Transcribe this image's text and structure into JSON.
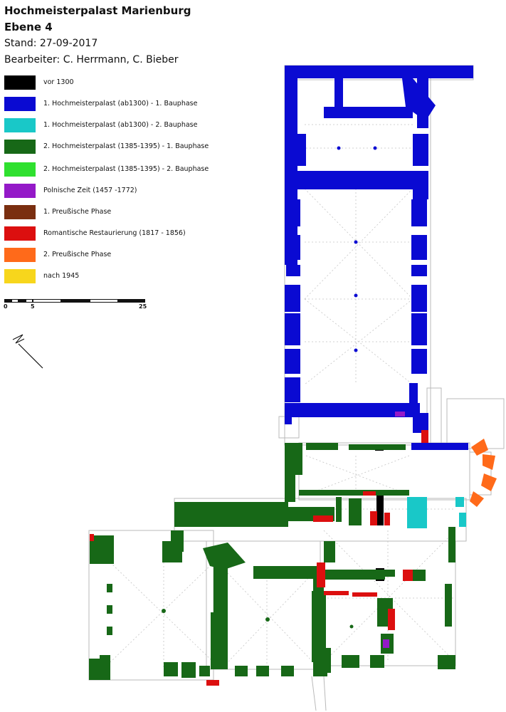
{
  "header": {
    "title_line1": "Hochmeisterpalast Marienburg",
    "title_line2": "Ebene 4",
    "stand": "Stand: 27-09-2017",
    "bearbeiter": "Bearbeiter: C. Herrmann, C. Bieber"
  },
  "legend": [
    {
      "label": "vor 1300",
      "color": "#000000"
    },
    {
      "label": "1. Hochmeisterpalast (ab1300) - 1. Bauphase",
      "color": "#0a0ad2"
    },
    {
      "label": "1. Hochmeisterpalast (ab1300) - 2. Bauphase",
      "color": "#19c8c8"
    },
    {
      "label": "2. Hochmeisterpalast (1385-1395) - 1. Bauphase",
      "color": "#176817"
    },
    {
      "label": "2. Hochmeisterpalast (1385-1395) - 2. Bauphase",
      "color": "#2fe02f"
    },
    {
      "label": "Polnische Zeit (1457 -1772)",
      "color": "#9419c8"
    },
    {
      "label": "1. Preußische Phase",
      "color": "#7a2e10"
    },
    {
      "label": "Romantische Restaurierung (1817 - 1856)",
      "color": "#dc0f0f"
    },
    {
      "label": "2. Preußische Phase",
      "color": "#ff6a1a"
    },
    {
      "label": "nach 1945",
      "color": "#f7d61c"
    }
  ],
  "scale": {
    "labels": [
      "0",
      "5",
      "25"
    ]
  }
}
